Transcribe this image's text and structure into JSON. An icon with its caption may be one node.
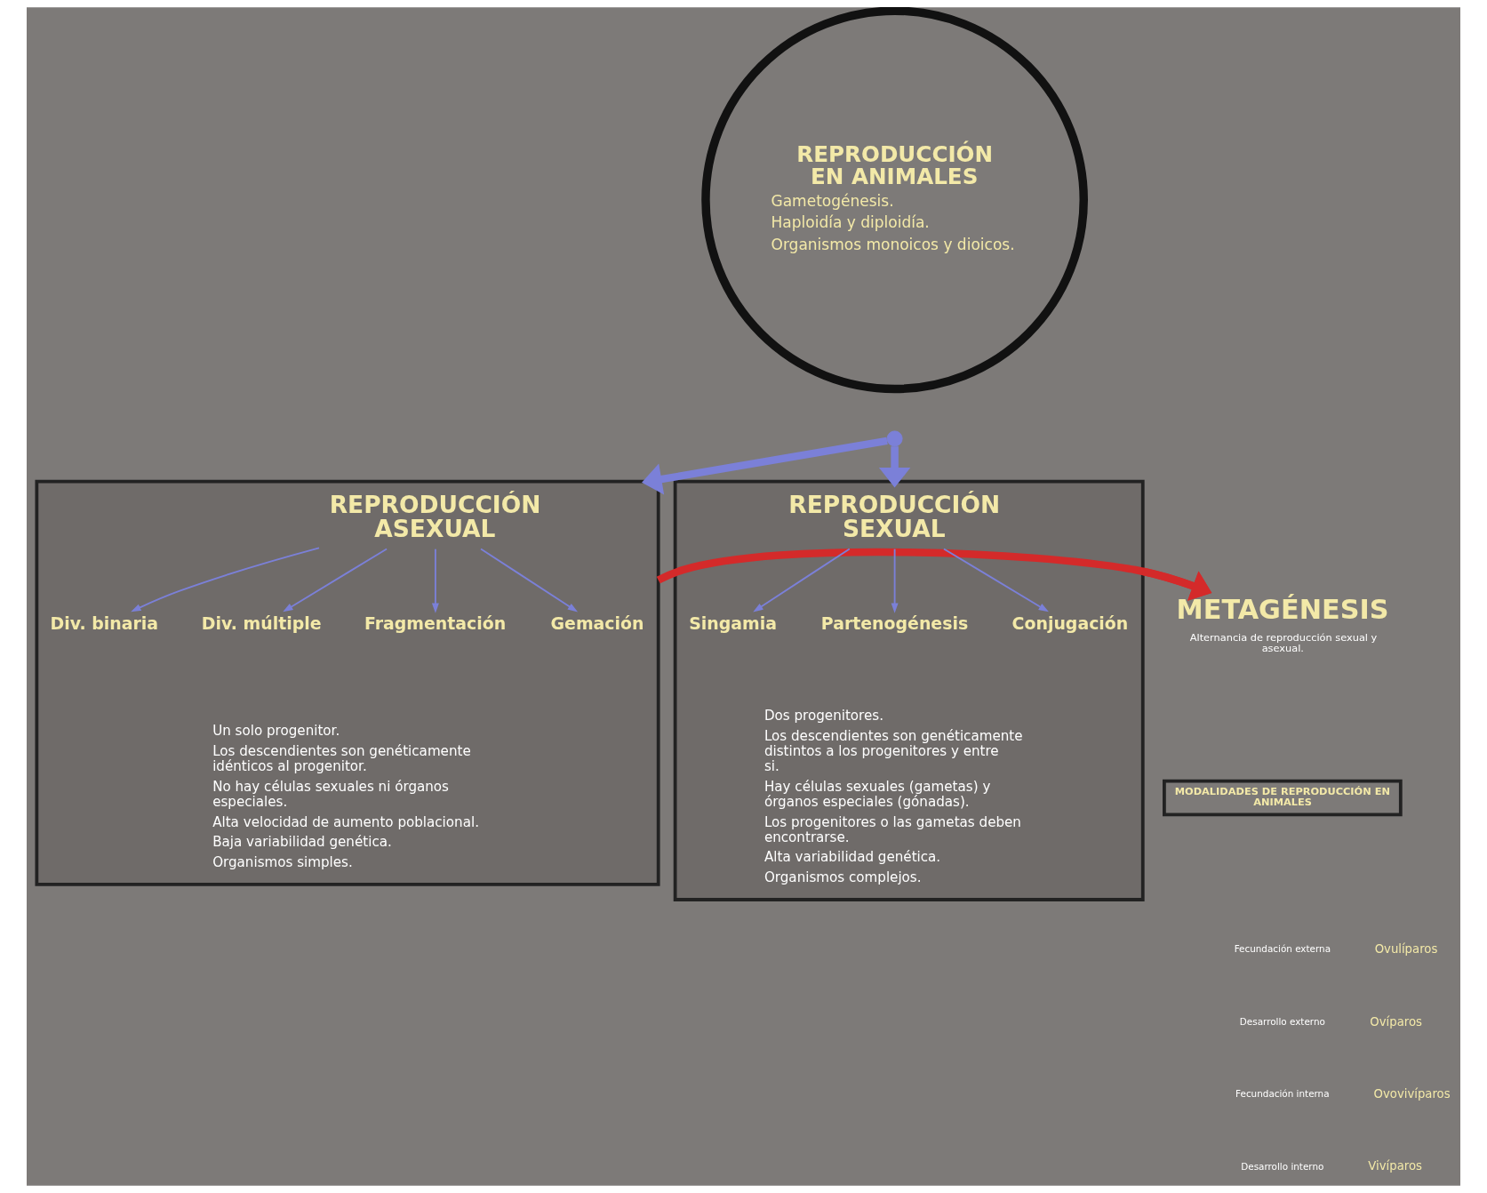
{
  "diagram": {
    "nodes": [
      {
        "text": [
          "REPRODUCCIÓN EN ANIMALES",
          "Gametogénesis.",
          "Haploidía y diploidía.",
          "Organismos monoicos y dioicos."
        ]
      },
      {
        "text": [],
        "shape": "circle"
      },
      {
        "text": [
          "Un solo progenitor.",
          "Los descendientes son genéticamente idénticos al progenitor.",
          "No hay células sexuales ni órganos especiales.",
          "Alta velocidad de aumento poblacional.",
          "Baja variabilidad genética.",
          "Organismos simples."
        ]
      },
      {
        "text": [
          "REPRODUCCIÓN ASEXUAL"
        ],
        "in": 2
      },
      {
        "text": [
          "Div. binaria"
        ],
        "in": 2
      },
      {
        "text": [
          "Div. múltiple"
        ],
        "in": 2
      },
      {
        "text": [
          "Fragmentación"
        ],
        "in": 2
      },
      {
        "text": [
          "Gemación"
        ],
        "in": 2
      },
      {
        "text": [
          "Dos progenitores.",
          "Los descendientes son genéticamente distintos a los progenitores y entre si.",
          "Hay células sexuales (gametas) y órganos especiales (gónadas).",
          "Los progenitores o las gametas deben encontrarse.",
          "Alta variabilidad genética.",
          "Organismos complejos."
        ]
      },
      {
        "text": [
          "REPRODUCCIÓN SEXUAL"
        ],
        "in": 8
      },
      {
        "text": [
          "Singamia"
        ],
        "in": 8
      },
      {
        "text": [
          "Partenogénesis"
        ],
        "in": 8
      },
      {
        "text": [
          "Conjugación"
        ],
        "in": 8
      },
      {
        "text": [
          "METAGÉNESIS",
          "Alternancia de reproducción sexual y asexual."
        ]
      },
      {
        "text": [
          "MODALIDADES DE REPRODUCCIÓN EN ANIMALES"
        ]
      }
    ],
    "edges": [
      {
        "from": 1,
        "to": 2,
        "arrow": "to",
        "style": "thick"
      },
      {
        "from": 1,
        "to": 8,
        "arrow": "to",
        "style": "thick"
      },
      {
        "from": 3,
        "to": 4,
        "arrow": "to"
      },
      {
        "from": 3,
        "to": 5,
        "arrow": "to"
      },
      {
        "from": 3,
        "to": 6,
        "arrow": "to"
      },
      {
        "from": 3,
        "to": 7,
        "arrow": "to"
      },
      {
        "from": 9,
        "to": 10,
        "arrow": "to"
      },
      {
        "from": 9,
        "to": 11,
        "arrow": "to"
      },
      {
        "from": 9,
        "to": 12,
        "arrow": "to"
      },
      {
        "from": 2,
        "to": 13,
        "arrow": "to",
        "style": "thick",
        "color": "#d42a2a"
      },
      {
        "from": 8,
        "to": 13,
        "arrow": "to",
        "style": "thick",
        "color": "#d42a2a"
      }
    ],
    "labels": [
      "Fecundación externa",
      "Ovulíparos",
      "Desarrollo externo",
      "Ovíparos",
      "Fecundación interna",
      "Ovovivíparos",
      "Desarrollo interno",
      "Vivíparos"
    ]
  }
}
